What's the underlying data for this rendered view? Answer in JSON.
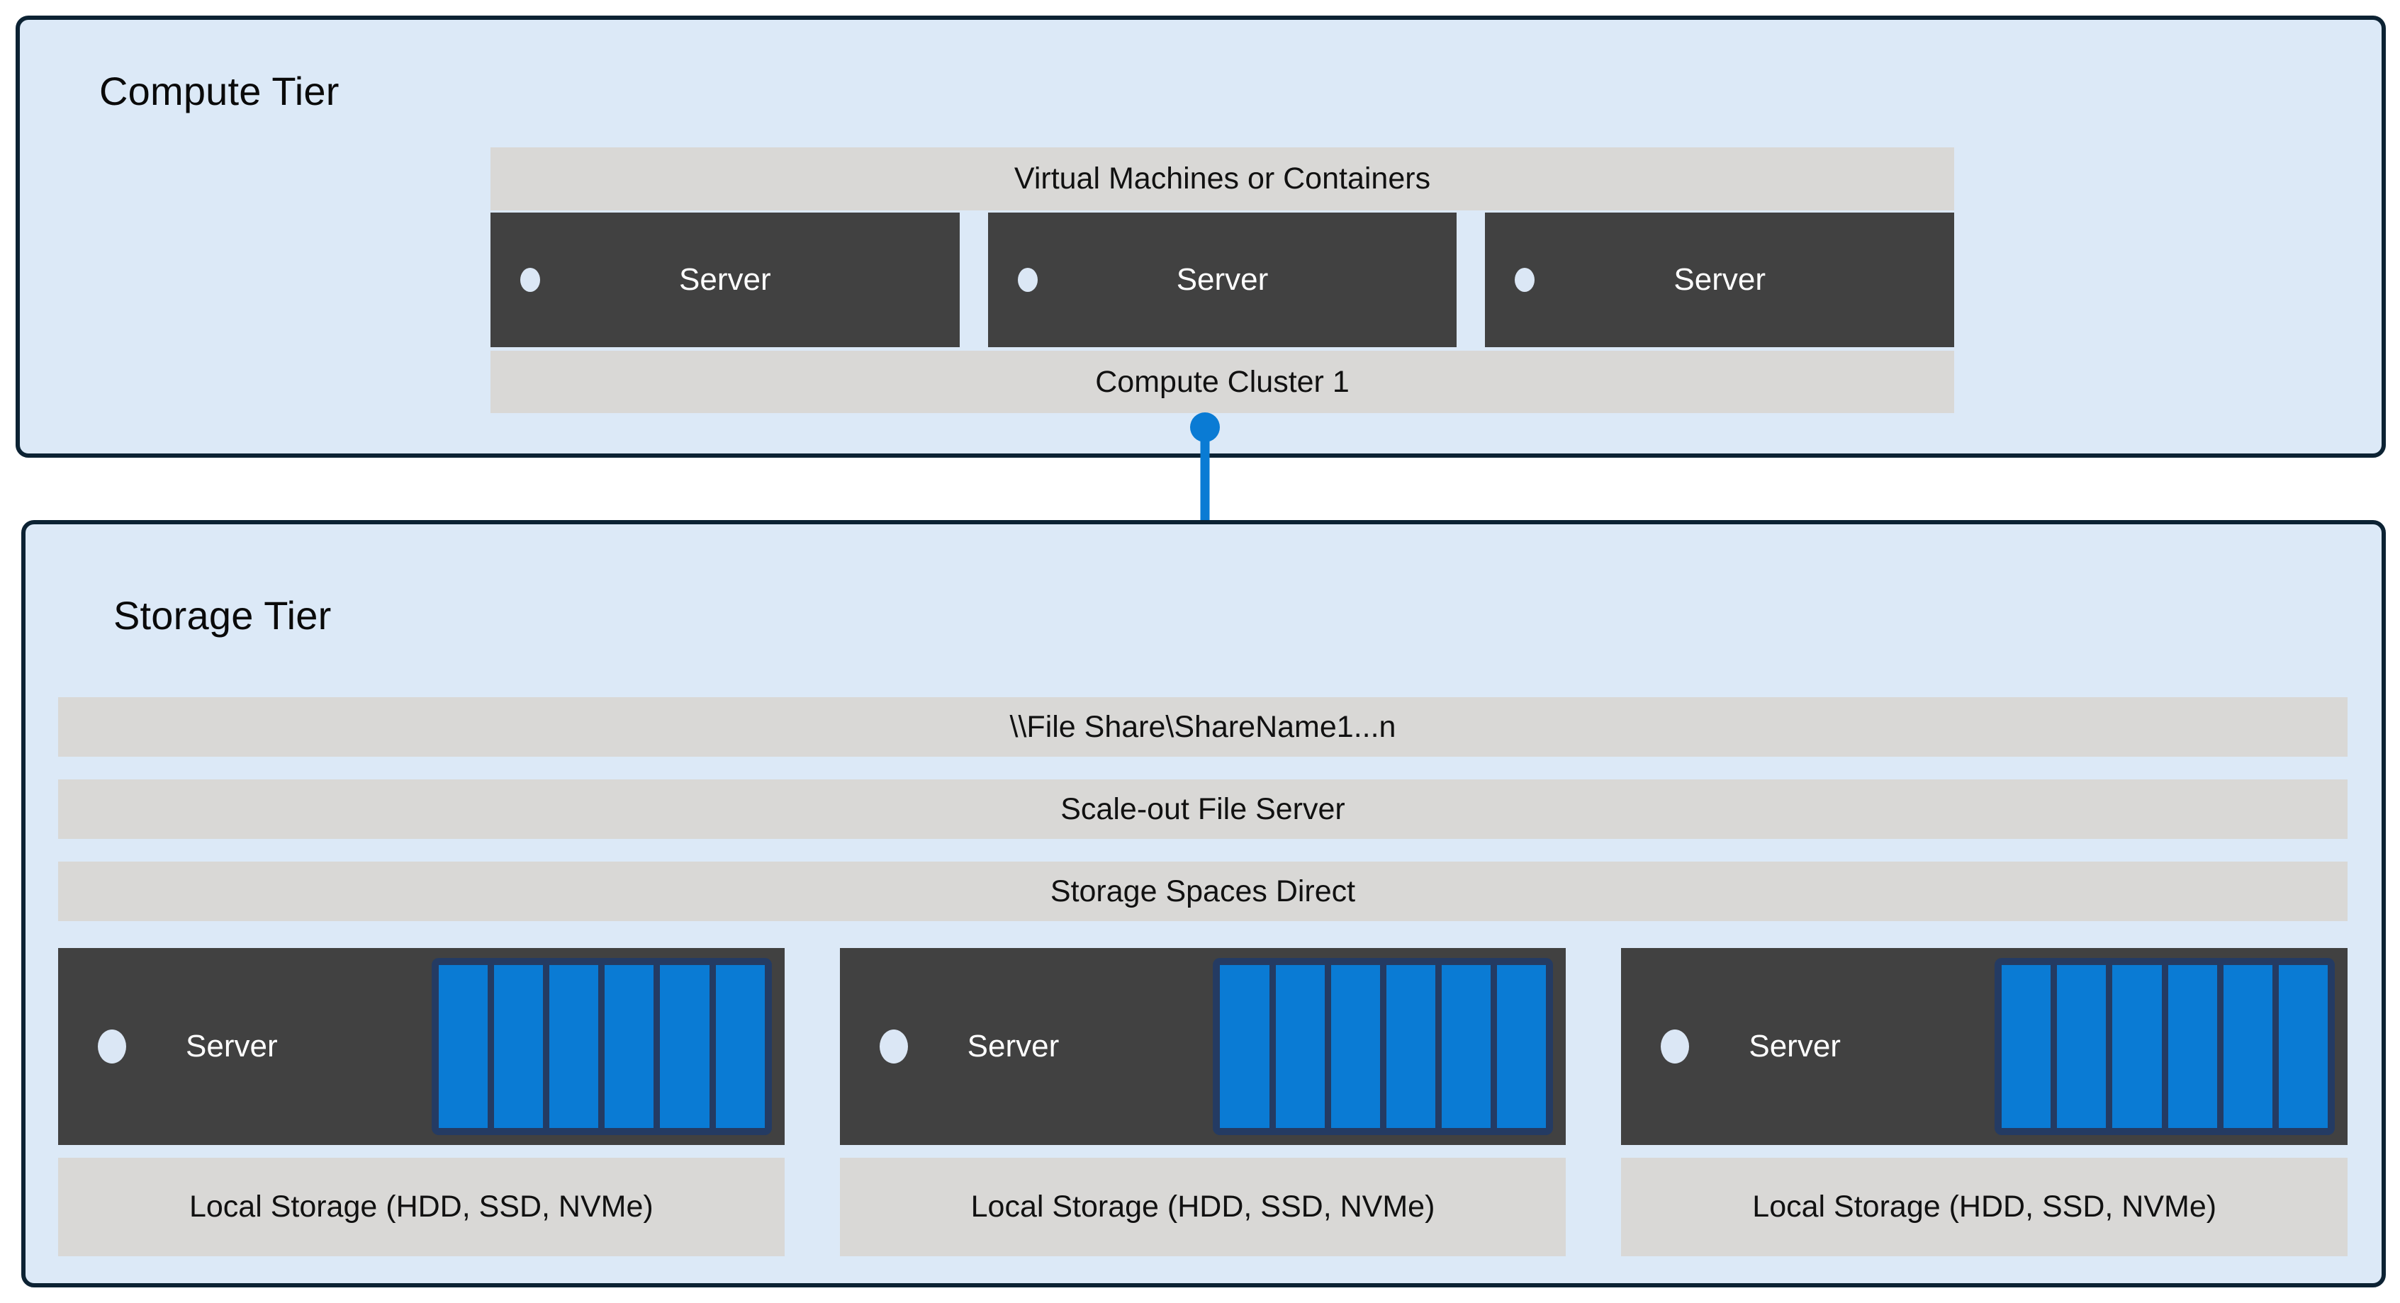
{
  "colors": {
    "tier_background": "#dce9f7",
    "tier_border": "#0c2233",
    "bar_grey": "#d9d8d6",
    "server_dark": "#414141",
    "accent_blue": "#0a7bd4",
    "disk_frame_navy": "#243b63",
    "server_dot": "#dbe7f5",
    "text_dark": "#111111",
    "text_light": "#ffffff"
  },
  "compute_tier": {
    "title": "Compute Tier",
    "top_bar_label": "Virtual Machines or Containers",
    "bottom_bar_label": "Compute Cluster 1",
    "servers": [
      {
        "label": "Server"
      },
      {
        "label": "Server"
      },
      {
        "label": "Server"
      }
    ]
  },
  "connector": {
    "icon": "connector-line-with-endpoints",
    "color": "#0a7bd4",
    "endpoint_count": 2
  },
  "folder": {
    "icon": "folder-icon",
    "color": "#0a7bd4"
  },
  "storage_tier": {
    "title": "Storage Tier",
    "bars": [
      {
        "label": "\\\\File Share\\ShareName1...n"
      },
      {
        "label": "Scale-out File Server"
      },
      {
        "label": "Storage Spaces Direct"
      }
    ],
    "nodes": [
      {
        "server_label": "Server",
        "disk_count": 6,
        "storage_label": "Local Storage (HDD, SSD, NVMe)"
      },
      {
        "server_label": "Server",
        "disk_count": 6,
        "storage_label": "Local Storage (HDD, SSD, NVMe)"
      },
      {
        "server_label": "Server",
        "disk_count": 6,
        "storage_label": "Local Storage (HDD, SSD, NVMe)"
      }
    ]
  }
}
